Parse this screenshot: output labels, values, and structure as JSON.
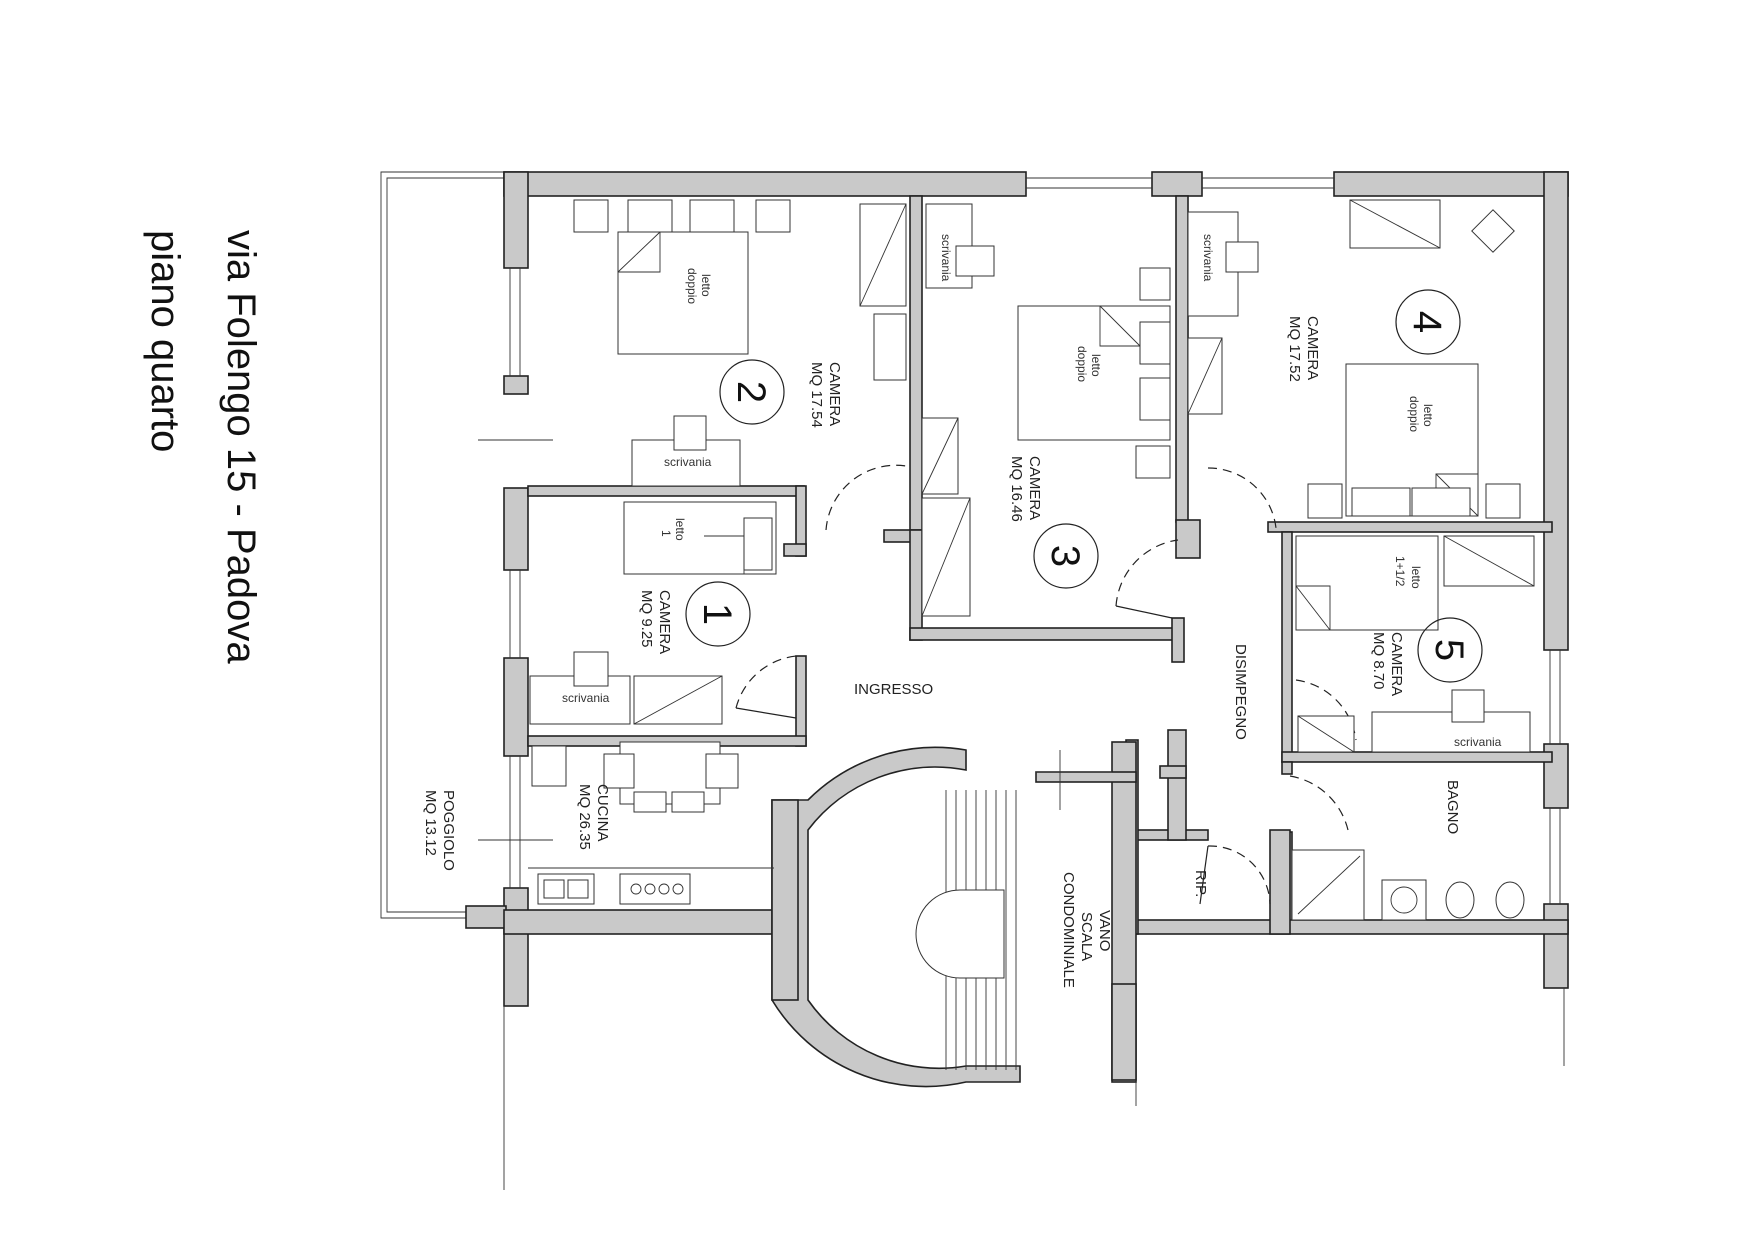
{
  "title": {
    "line1": "via Folengo 15 - Padova",
    "line2": "piano quarto"
  },
  "rooms": {
    "camera1": {
      "number": "1",
      "name": "CAMERA",
      "area": "MQ 9.25",
      "bed": "letto",
      "bed2": "1",
      "desk": "scrivania"
    },
    "camera2": {
      "number": "2",
      "name": "CAMERA",
      "area": "MQ 17.54",
      "bed": "letto",
      "bed2": "doppio",
      "desk": "scrivania"
    },
    "camera3": {
      "number": "3",
      "name": "CAMERA",
      "area": "MQ 16.46",
      "bed": "letto",
      "bed2": "doppio",
      "desk": "scrivania"
    },
    "camera4": {
      "number": "4",
      "name": "CAMERA",
      "area": "MQ 17.52",
      "bed": "letto",
      "bed2": "doppio",
      "desk": "scrivania"
    },
    "camera5": {
      "number": "5",
      "name": "CAMERA",
      "area": "MQ 8.70",
      "bed": "letto",
      "bed2": "1+1/2",
      "desk": "scrivania"
    },
    "cucina": {
      "name": "CUCINA",
      "area": "MQ 26.35"
    },
    "poggiolo": {
      "name": "POGGIOLO",
      "area": "MQ 13.12"
    },
    "ingresso": {
      "name": "INGRESSO"
    },
    "disimpegno": {
      "name": "DISIMPEGNO"
    },
    "bagno": {
      "name": "BAGNO"
    },
    "rip": {
      "name": "RIP."
    },
    "scala": {
      "line1": "VANO",
      "line2": "SCALA",
      "line3": "CONDOMINIALE"
    }
  }
}
